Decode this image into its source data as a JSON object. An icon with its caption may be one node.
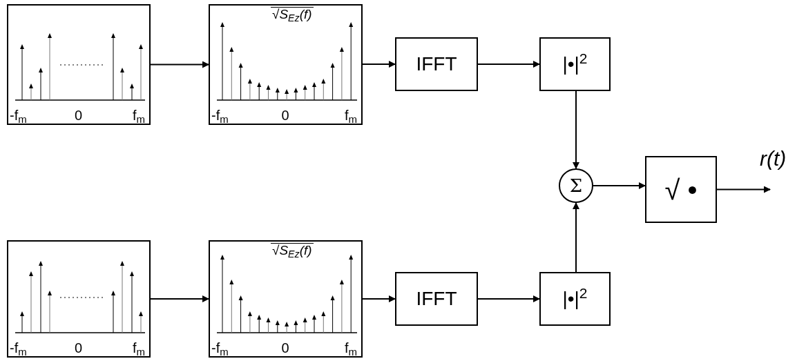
{
  "diagram": {
    "nodes": [
      {
        "text": [
          "-f$_{m}$",
          "0",
          "f$_{m}$"
        ]
      },
      {
        "text": [
          "√S$_{Ez}$(f)",
          "-f$_{m}$",
          "0",
          "f$_{m}$"
        ]
      },
      {
        "text": [
          "IFFT"
        ]
      },
      {
        "text": [
          "|•|$^{2}$"
        ]
      },
      {
        "text": [
          "-f$_{m}$",
          "0",
          "f$_{m}$"
        ]
      },
      {
        "text": [
          "√S$_{Ez}$(f)",
          "-f$_{m}$",
          "0",
          "f$_{m}$"
        ]
      },
      {
        "text": [
          "IFFT"
        ]
      },
      {
        "text": [
          "|•|$^{2}$"
        ]
      },
      {
        "text": [
          "Σ"
        ]
      },
      {
        "text": [
          "√ •"
        ]
      }
    ],
    "edges": [
      {
        "from": 0,
        "to": 1,
        "arrow": "to"
      },
      {
        "from": 1,
        "to": 2,
        "arrow": "to"
      },
      {
        "from": 2,
        "to": 3,
        "arrow": "to"
      },
      {
        "from": 3,
        "to": 8,
        "arrow": "to"
      },
      {
        "from": 4,
        "to": 5,
        "arrow": "to"
      },
      {
        "from": 5,
        "to": 6,
        "arrow": "to"
      },
      {
        "from": 6,
        "to": 7,
        "arrow": "to"
      },
      {
        "from": 7,
        "to": 8,
        "arrow": "to"
      },
      {
        "from": 8,
        "to": 9,
        "arrow": "to"
      },
      {
        "from": 9,
        "to": null,
        "arrow": "to",
        "label": "r(t)"
      }
    ]
  }
}
